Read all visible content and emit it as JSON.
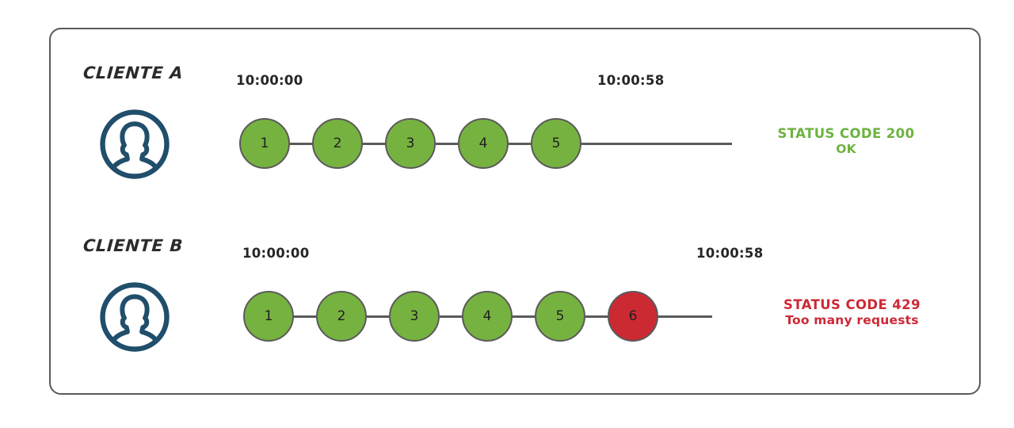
{
  "diagram": {
    "title_hidden": "",
    "frame": {
      "border_color": "#5a5a5a",
      "background": "#ffffff"
    },
    "colors": {
      "node_ok": "#76b240",
      "node_limited": "#cb2a33",
      "node_border": "#5a5a5a",
      "connector": "#5a5a5a",
      "avatar": "#204e6b",
      "status_ok_text": "#6cb33f",
      "status_error_text": "#cc2936",
      "label_text": "#2b2b2b",
      "timestamp_text": "#262626"
    },
    "rows": [
      {
        "id": "cliente-a",
        "label": "CLIENTE A",
        "avatar_icon": "user-avatar-icon",
        "timestamp_start": "10:00:00",
        "timestamp_end": "10:00:58",
        "nodes": [
          {
            "number": "1",
            "state": "ok"
          },
          {
            "number": "2",
            "state": "ok"
          },
          {
            "number": "3",
            "state": "ok"
          },
          {
            "number": "4",
            "state": "ok"
          },
          {
            "number": "5",
            "state": "ok"
          }
        ],
        "status": {
          "line1": "STATUS CODE 200",
          "line2": "OK",
          "state": "ok"
        }
      },
      {
        "id": "cliente-b",
        "label": "CLIENTE B",
        "avatar_icon": "user-avatar-icon",
        "timestamp_start": "10:00:00",
        "timestamp_end": "10:00:58",
        "nodes": [
          {
            "number": "1",
            "state": "ok"
          },
          {
            "number": "2",
            "state": "ok"
          },
          {
            "number": "3",
            "state": "ok"
          },
          {
            "number": "4",
            "state": "ok"
          },
          {
            "number": "5",
            "state": "ok"
          },
          {
            "number": "6",
            "state": "limited"
          }
        ],
        "status": {
          "line1": "STATUS CODE 429",
          "line2": "Too many requests",
          "state": "error"
        }
      }
    ]
  }
}
